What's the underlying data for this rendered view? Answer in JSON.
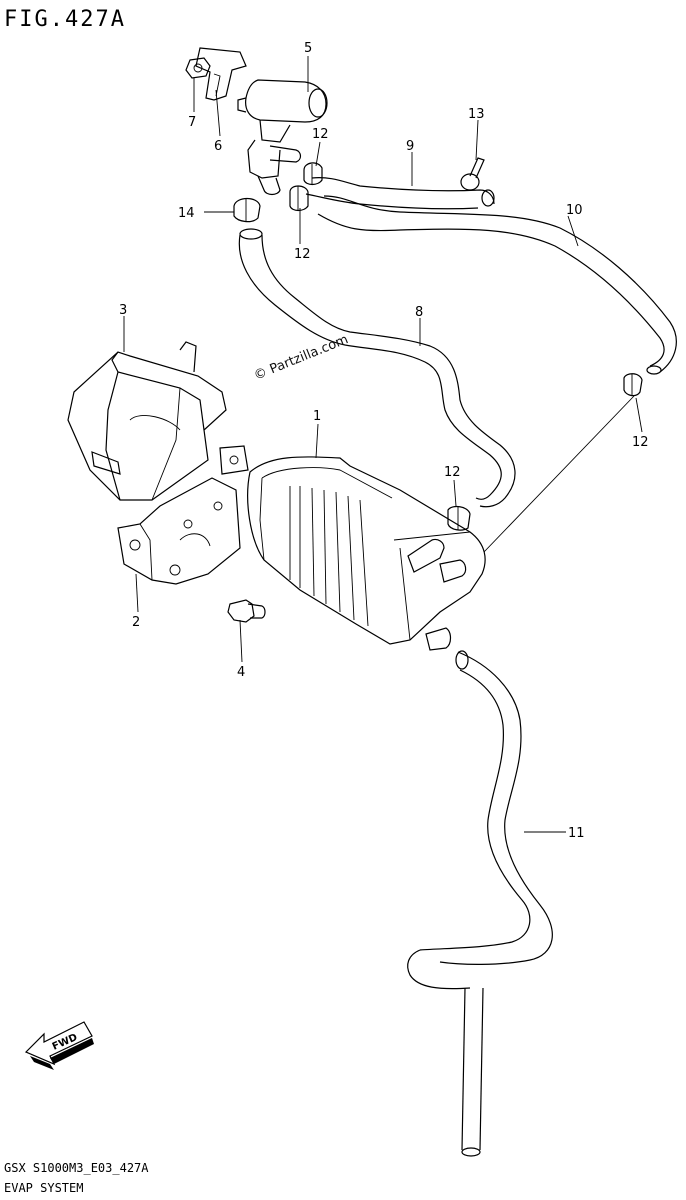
{
  "figure_title": "FIG.427A",
  "watermark": "© Partzilla.com",
  "fwd_label": "FWD",
  "footer": {
    "code": "GSX S1000M3_E03_427A",
    "subtitle": "EVAP SYSTEM"
  },
  "callouts": [
    {
      "id": "c1",
      "label": "1"
    },
    {
      "id": "c2",
      "label": "2"
    },
    {
      "id": "c3",
      "label": "3"
    },
    {
      "id": "c4",
      "label": "4"
    },
    {
      "id": "c5",
      "label": "5"
    },
    {
      "id": "c6",
      "label": "6"
    },
    {
      "id": "c7",
      "label": "7"
    },
    {
      "id": "c8",
      "label": "8"
    },
    {
      "id": "c9",
      "label": "9"
    },
    {
      "id": "c10",
      "label": "10"
    },
    {
      "id": "c11",
      "label": "11"
    },
    {
      "id": "c12a",
      "label": "12"
    },
    {
      "id": "c12b",
      "label": "12"
    },
    {
      "id": "c12c",
      "label": "12"
    },
    {
      "id": "c12d",
      "label": "12"
    },
    {
      "id": "c13",
      "label": "13"
    },
    {
      "id": "c14",
      "label": "14"
    }
  ]
}
